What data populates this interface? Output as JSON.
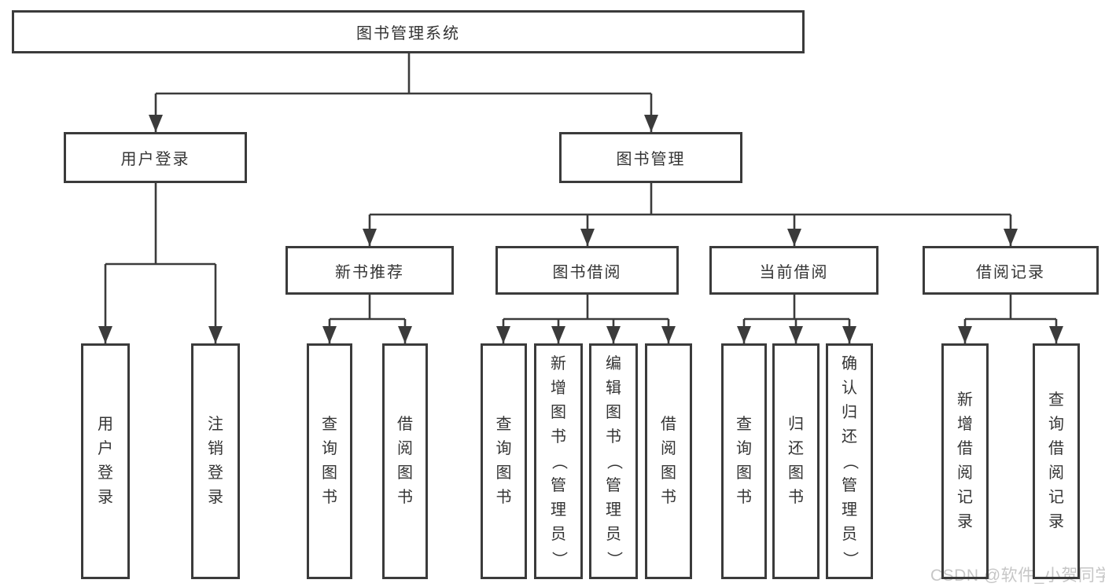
{
  "diagram": {
    "root": {
      "label": "图书管理系统"
    },
    "level2": {
      "user_login": {
        "label": "用户登录"
      },
      "book_management": {
        "label": "图书管理"
      }
    },
    "level3": {
      "new_book_recommendation": {
        "label": "新书推荐"
      },
      "book_borrowing": {
        "label": "图书借阅"
      },
      "current_borrowing": {
        "label": "当前借阅"
      },
      "borrowing_records": {
        "label": "借阅记录"
      }
    },
    "leaves": {
      "user_login": [
        "用户登录",
        "注销登录"
      ],
      "new_book_recommendation": [
        "查询图书",
        "借阅图书"
      ],
      "book_borrowing": [
        "查询图书",
        "新增图书（管理员）",
        "编辑图书（管理员）",
        "借阅图书"
      ],
      "current_borrowing": [
        "查询图书",
        "归还图书",
        "确认归还（管理员）"
      ],
      "borrowing_records": [
        "新增借阅记录",
        "查询借阅记录"
      ]
    }
  },
  "watermark": {
    "text": "CSDN @软件_小贺同学"
  },
  "colors": {
    "line": "#3b3b3b",
    "text": "#343434",
    "background": "#ffffff",
    "watermark": "#c6c6c6"
  }
}
